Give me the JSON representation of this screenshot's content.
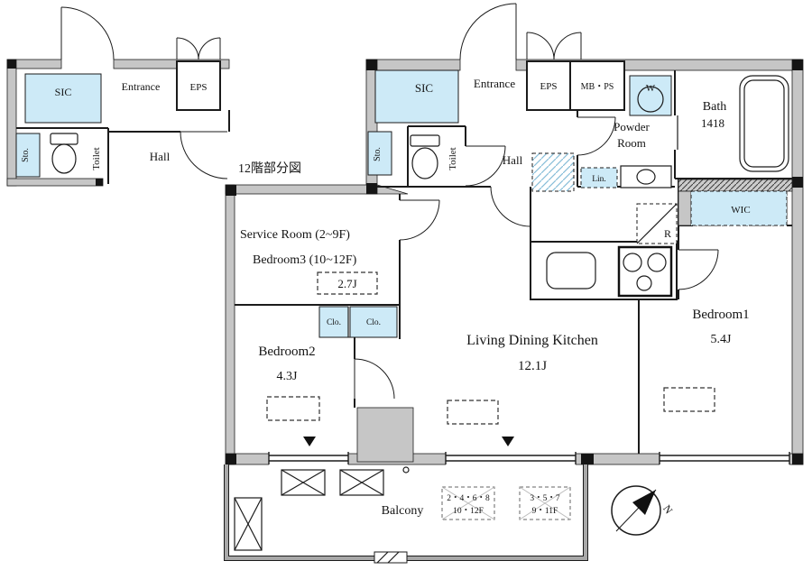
{
  "plan": {
    "mini": {
      "sic": "SIC",
      "entrance": "Entrance",
      "eps": "EPS",
      "sto": "Sto.",
      "toilet": "Toilet",
      "hall": "Hall",
      "caption": "12階部分図"
    },
    "rooms": {
      "sic": "SIC",
      "entrance": "Entrance",
      "eps": "EPS",
      "mbps": "MB・PS",
      "washer": "W",
      "bath": "Bath",
      "bath_size": "1418",
      "powder1": "Powder",
      "powder2": "Room",
      "toilet": "Toilet",
      "sto": "Sto.",
      "hall": "Hall",
      "lin": "Lin.",
      "wic": "WIC",
      "fridge": "R",
      "service_room": "Service Room (2~9F)",
      "bedroom3": "Bedroom3 (10~12F)",
      "bedroom3_size": "2.7J",
      "bedroom2": "Bedroom2",
      "bedroom2_size": "4.3J",
      "clo": "Clo.",
      "ldk": "Living Dining Kitchen",
      "ldk_size": "12.1J",
      "bedroom1": "Bedroom1",
      "bedroom1_size": "5.4J",
      "balcony": "Balcony"
    },
    "notes": {
      "floors_a1": "2・4・6・8",
      "floors_a2": "10・12F",
      "floors_b1": "3・5・7",
      "floors_b2": "9・11F",
      "north": "N"
    },
    "colors": {
      "closet_fill": "#cdeaf7",
      "wall_gray": "#c6c6c6",
      "line": "#1b1b1b"
    }
  }
}
